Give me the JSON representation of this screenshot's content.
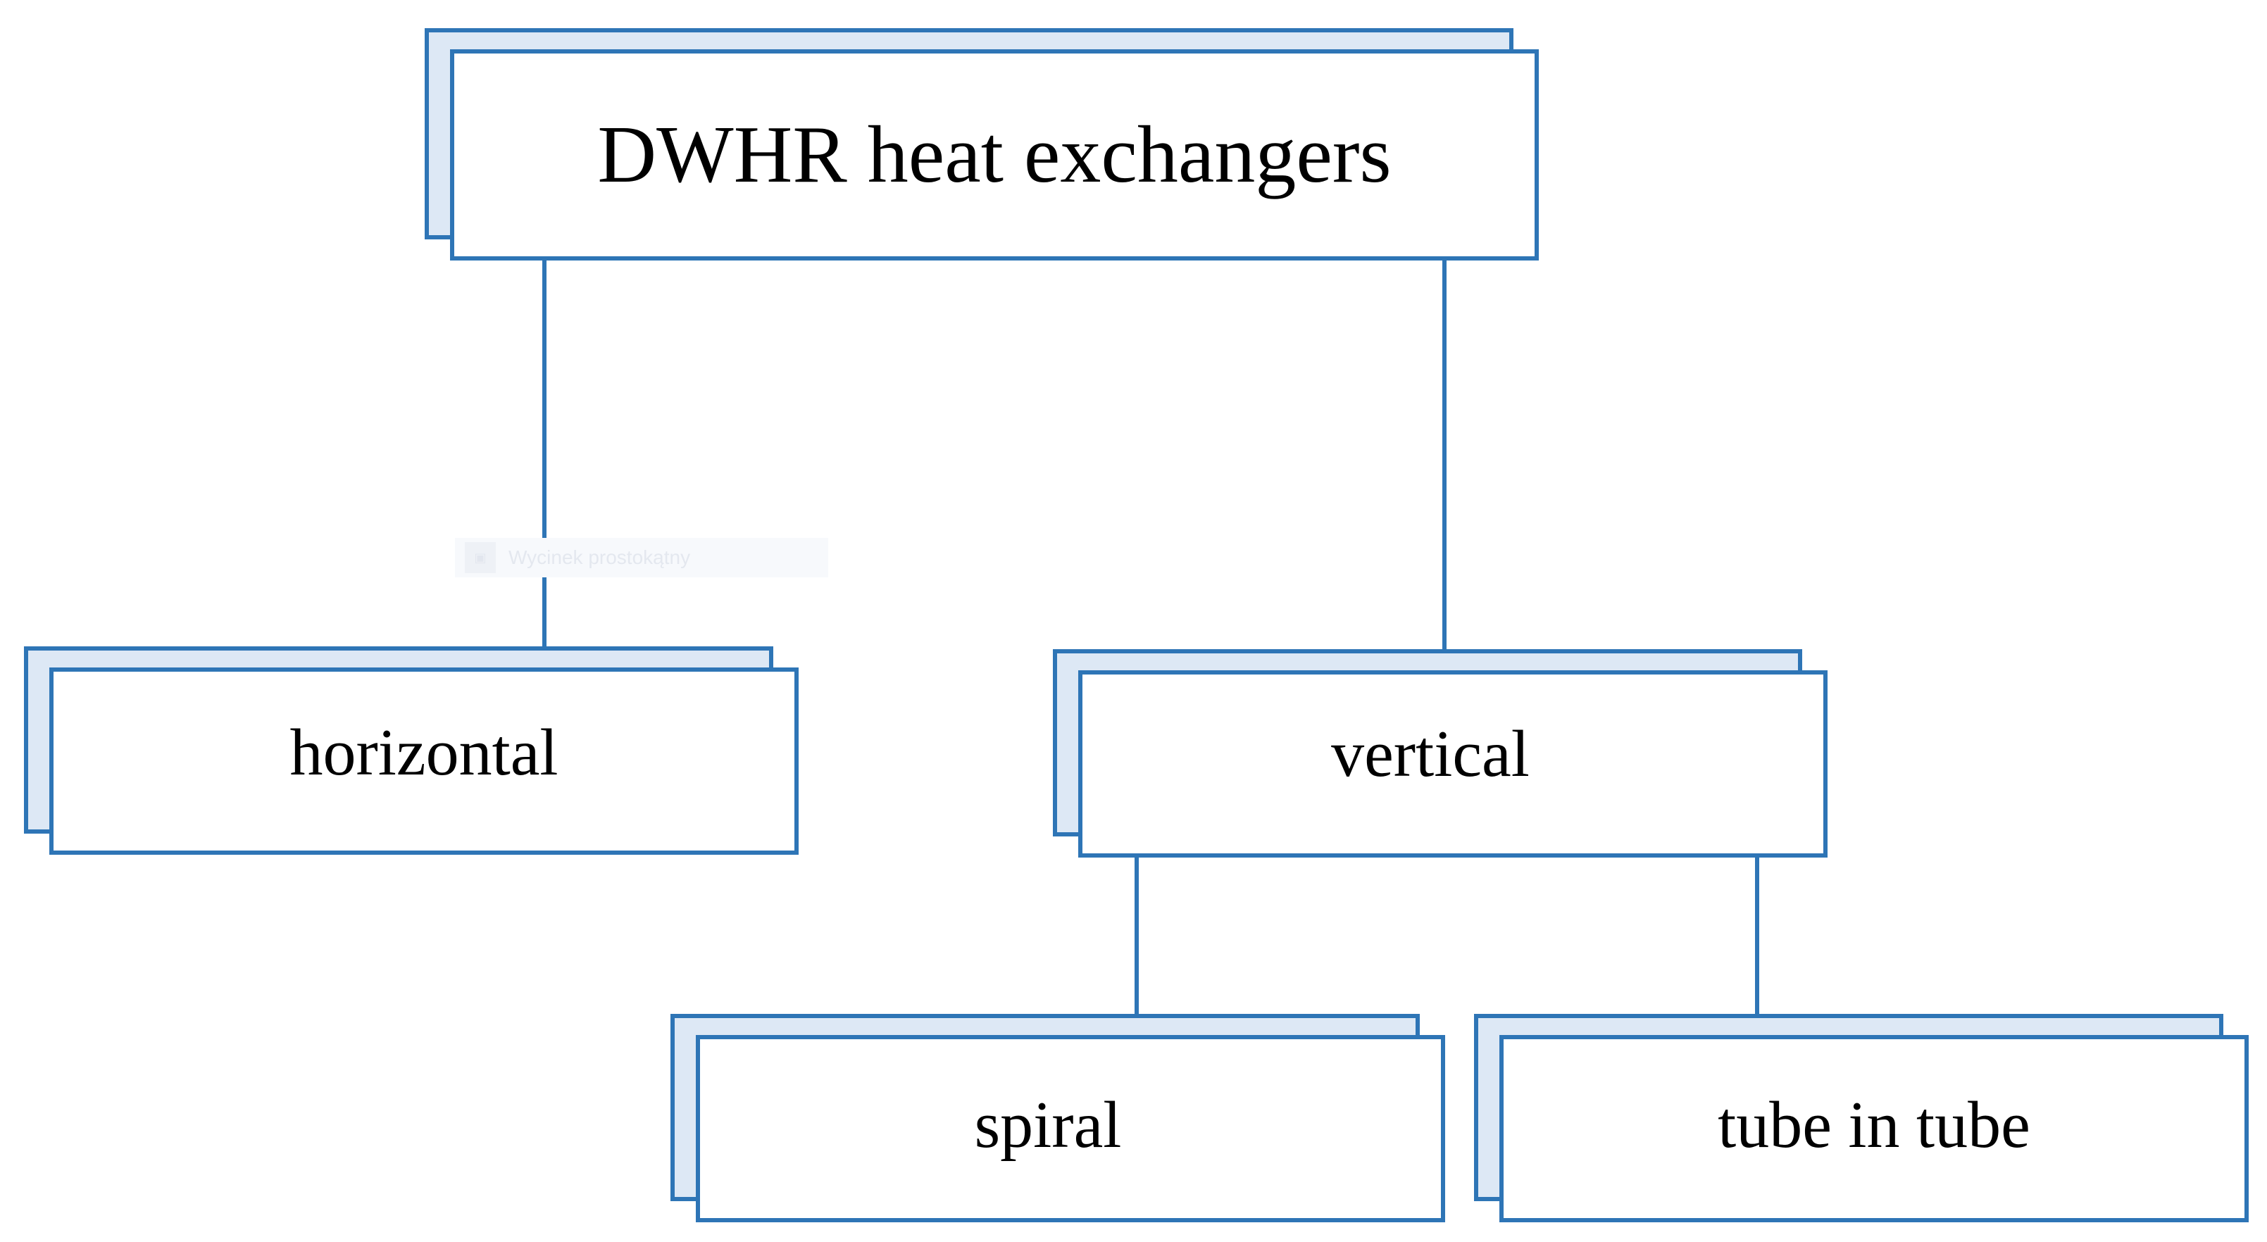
{
  "diagram": {
    "root": {
      "label": "DWHR heat exchangers"
    },
    "level1": [
      {
        "label": "horizontal"
      },
      {
        "label": "vertical"
      }
    ],
    "level2": [
      {
        "label": "spiral"
      },
      {
        "label": "tube in tube"
      }
    ]
  },
  "watermark": {
    "icon": "picture-icon",
    "text": "Wycinek prostokątny"
  },
  "colors": {
    "border": "#2e75b6",
    "shadow_fill": "#dde8f5",
    "box_fill": "#ffffff",
    "text": "#000000"
  }
}
